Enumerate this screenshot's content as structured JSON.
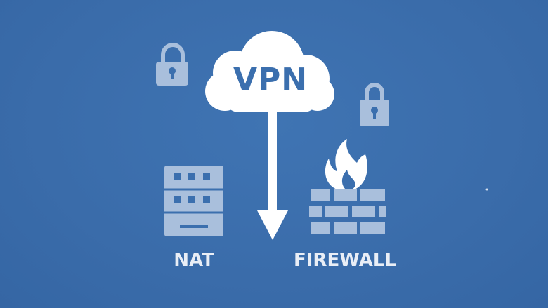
{
  "cloud": {
    "label": "VPN"
  },
  "nat": {
    "label": "NAT"
  },
  "firewall": {
    "label": "FIREWALL"
  },
  "colors": {
    "background": "#3b6fae",
    "foreground": "#e9eef6",
    "icon_muted": "#a9bfdc"
  },
  "icons": [
    "lock-icon",
    "lock-icon",
    "cloud-icon",
    "down-arrow-icon",
    "server-icon",
    "firewall-icon",
    "flame-icon"
  ]
}
